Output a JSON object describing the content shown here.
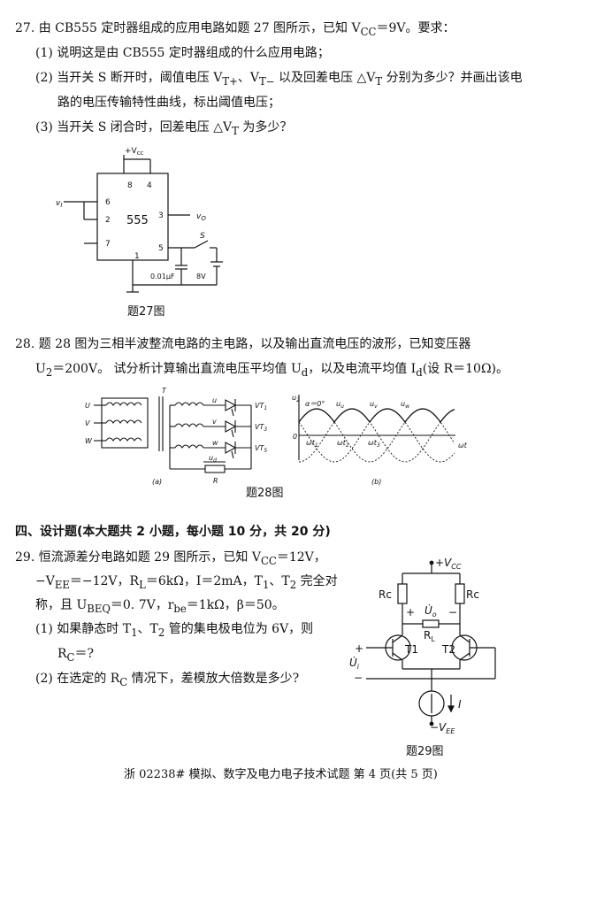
{
  "q27": {
    "stem": "27. 由 CB555 定时器组成的应用电路如题 27 图所示，已知 V",
    "stem_sub": "CC",
    "stem_tail": "＝9V。要求：",
    "p1": "(1) 说明这是由 CB555 定时器组成的什么应用电路；",
    "p2a": "(2) 当开关 S 断开时，阈值电压 V",
    "p2a_sub1": "T+",
    "p2a_mid": "、V",
    "p2a_sub2": "T−",
    "p2a_mid2": " 以及回差电压 △V",
    "p2a_sub3": "T",
    "p2a_tail": " 分别为多少？并画出该电",
    "p2b": "路的电压传输特性曲线，标出阈值电压；",
    "p3a": "(3) 当开关 S 闭合时，回差电压 △V",
    "p3a_sub": "T",
    "p3a_tail": " 为多少？",
    "caption": "题27图",
    "fig": {
      "vcc": "+V",
      "vcc_sub": "cc",
      "chip": "555",
      "pin8": "8",
      "pin4": "4",
      "pin6": "6",
      "pin2": "2",
      "pin7": "7",
      "pin3": "3",
      "pin5": "5",
      "pin1": "1",
      "vi": "v",
      "vi_sub": "I",
      "vo": "v",
      "vo_sub": "O",
      "s": "S",
      "cap": "0.01μF",
      "bat": "8V"
    }
  },
  "q28": {
    "stem": "28. 题 28 图为三相半波整流电路的主电路，以及输出直流电压的波形，已知变压器",
    "line2a": "U",
    "line2a_sub": "2",
    "line2b": "＝200V。 试分析计算输出直流电压平均值 U",
    "line2b_sub": "d",
    "line2c": "，以及电流平均值 I",
    "line2c_sub": "d",
    "line2d": "(设 R＝10Ω)。",
    "caption": "题28图",
    "fig": {
      "t": "T",
      "u": "U",
      "v": "V",
      "w": "W",
      "lu": "u",
      "lv": "v",
      "lw": "w",
      "vt1": "VT",
      "vt1_sub": "1",
      "vt3": "VT",
      "vt3_sub": "3",
      "vt5": "VT",
      "vt5_sub": "5",
      "ud": "u",
      "ud_sub": "d",
      "r": "R",
      "fa": "(a)",
      "fb": "(b)",
      "u2": "u",
      "u2_sub": "2",
      "alpha": "α＝0°",
      "wu": "u",
      "wu_sub": "u",
      "wv": "u",
      "wv_sub": "v",
      "ww": "u",
      "ww_sub": "w",
      "o": "0",
      "w1": "ωt",
      "w1_sub": "1",
      "w2": "ωt",
      "w2_sub": "2",
      "w3": "ωt",
      "w3_sub": "3",
      "wt": "ωt"
    }
  },
  "sec4": "四、设计题(本大题共 2 小题，每小题 10 分，共 20 分)",
  "q29": {
    "l1a": "29. 恒流源差分电路如题 29 图所示，已知 V",
    "l1a_sub": "CC",
    "l1b": "＝12V，",
    "l2a": "−V",
    "l2a_sub": "EE",
    "l2b": "＝−12V，R",
    "l2b_sub": "L",
    "l2c": "＝6kΩ，I＝2mA，T",
    "l2c_sub1": "1",
    "l2d": "、T",
    "l2d_sub": "2",
    "l2e": " 完全对",
    "l3a": "称，且 U",
    "l3a_sub": "BEQ",
    "l3b": "＝0. 7V，r",
    "l3b_sub": "be",
    "l3c": "＝1kΩ，β＝50。",
    "p1a": "(1) 如果静态时 T",
    "p1a_sub": "1",
    "p1b": "、T",
    "p1b_sub": "2",
    "p1c": " 管的集电极电位为 6V，则",
    "p1d": "R",
    "p1d_sub": "C",
    "p1e": "＝?",
    "p2a": "(2) 在选定的 R",
    "p2a_sub": "C",
    "p2b": " 情况下，差模放大倍数是多少?",
    "caption": "题29图",
    "fig": {
      "vcc": "+V",
      "vcc_sub": "CC",
      "rc1": "Rc",
      "rc2": "Rc",
      "plus": "+",
      "minus": "−",
      "uo": "U̇",
      "uo_sub": "o",
      "rl": "R",
      "rl_sub": "L",
      "t1": "T1",
      "t2": "T2",
      "ui_plus": "+",
      "ui_minus": "−",
      "ui": "U̇",
      "ui_sub": "i",
      "i": "I",
      "vee": "−V",
      "vee_sub": "EE"
    }
  },
  "footer": "浙 02238# 模拟、数字及电力电子技术试题 第 4 页(共 5 页)"
}
